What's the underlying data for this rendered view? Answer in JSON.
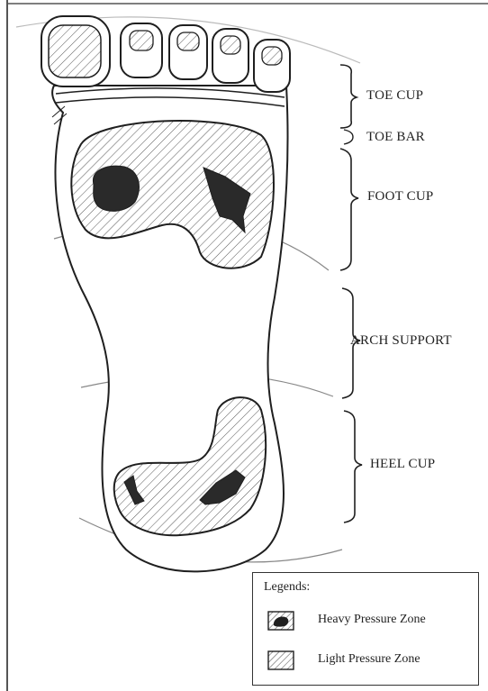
{
  "labels": {
    "toe_cup": "TOE CUP",
    "toe_bar": "TOE BAR",
    "foot_cup": "FOOT CUP",
    "arch_support": "ARCH SUPPORT",
    "heel_cup": "HEEL CUP"
  },
  "legend": {
    "title": "Legends:",
    "items": [
      {
        "label": "Heavy Pressure Zone",
        "icon": "heavy-pressure-swatch"
      },
      {
        "label": "Light Pressure Zone",
        "icon": "light-pressure-swatch"
      }
    ]
  },
  "colors": {
    "ink": "#1f1f1f",
    "heavy_fill": "#2a2a2a",
    "paper": "#ffffff",
    "frame": "#555555"
  }
}
